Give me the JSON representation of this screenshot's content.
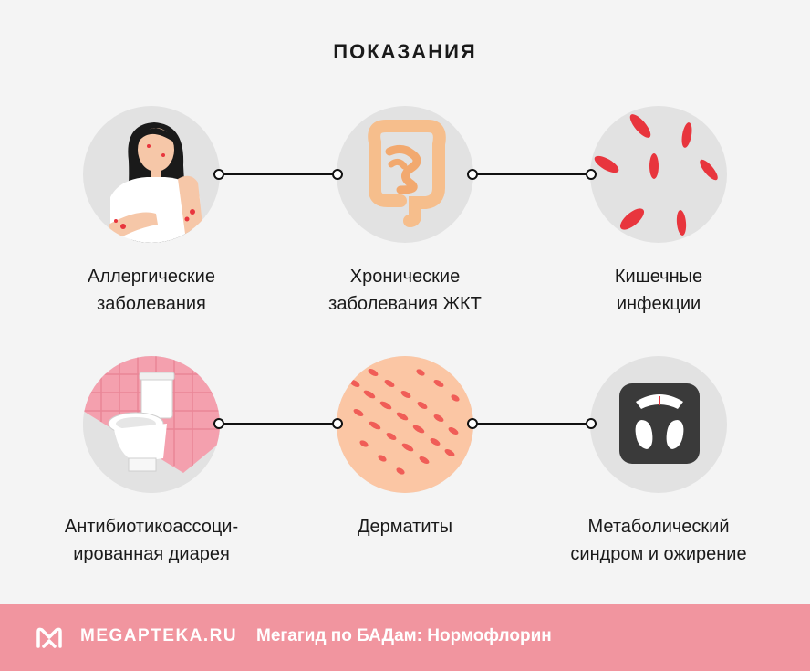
{
  "title": "ПОКАЗАНИЯ",
  "items": [
    {
      "line1": "Аллергические",
      "line2": "заболевания",
      "icon": "allergy-woman-icon"
    },
    {
      "line1": "Хронические",
      "line2": "заболевания ЖКТ",
      "icon": "intestines-icon"
    },
    {
      "line1": "Кишечные",
      "line2": "инфекции",
      "icon": "bacteria-icon"
    },
    {
      "line1": "Антибиотикоассоци-",
      "line2": "ированная диарея",
      "icon": "toilet-icon"
    },
    {
      "line1": "Дерматиты",
      "line2": "",
      "icon": "skin-rash-icon"
    },
    {
      "line1": "Метаболический",
      "line2": "синдром и ожирение",
      "icon": "scale-icon"
    }
  ],
  "footer": {
    "brand": "MEGAPTEKA.RU",
    "tagline": "Мегагид по БАДам: Нормофлорин",
    "logo_icon": "megapteka-logo-icon"
  },
  "colors": {
    "accent": "#f1959f",
    "background": "#f4f4f4",
    "circle": "#e2e2e2",
    "red": "#e8353d"
  }
}
